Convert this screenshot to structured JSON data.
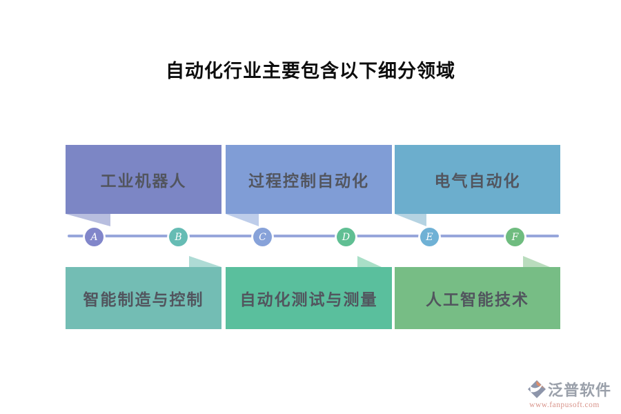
{
  "title": "自动化行业主要包含以下细分领域",
  "diagram": {
    "line_color": "#97a6db",
    "boxes": [
      {
        "label": "工业机器人",
        "color": "#7c86c5",
        "tail_color": "#b8bedf",
        "points_to": "A"
      },
      {
        "label": "过程控制自动化",
        "color": "#809dd6",
        "tail_color": "#becdea",
        "points_to": "C"
      },
      {
        "label": "电气自动化",
        "color": "#6caecd",
        "tail_color": "#b5d3e2",
        "points_to": "E"
      },
      {
        "label": "智能制造与控制",
        "color": "#73bdb4",
        "tail_color": "#aedbd5",
        "points_to": "B"
      },
      {
        "label": "自动化测试与测量",
        "color": "#5abf9d",
        "tail_color": "#a9dfc7",
        "points_to": "D"
      },
      {
        "label": "人工智能技术",
        "color": "#77bd85",
        "tail_color": "#b9dcbd",
        "points_to": "F"
      }
    ],
    "nodes": [
      {
        "letter": "A",
        "color": "#8186ca"
      },
      {
        "letter": "B",
        "color": "#66bcb4"
      },
      {
        "letter": "C",
        "color": "#87a2d9"
      },
      {
        "letter": "D",
        "color": "#60bf93"
      },
      {
        "letter": "E",
        "color": "#6fb1d5"
      },
      {
        "letter": "F",
        "color": "#6fbc7f"
      }
    ]
  },
  "watermark": {
    "name": "泛普软件",
    "url": "www.fanpusoft.com",
    "name_color": "#9aa0aa",
    "url_color": "#d8938a",
    "icon_gray": "#8d95aa",
    "icon_orange": "#de8e6c"
  }
}
